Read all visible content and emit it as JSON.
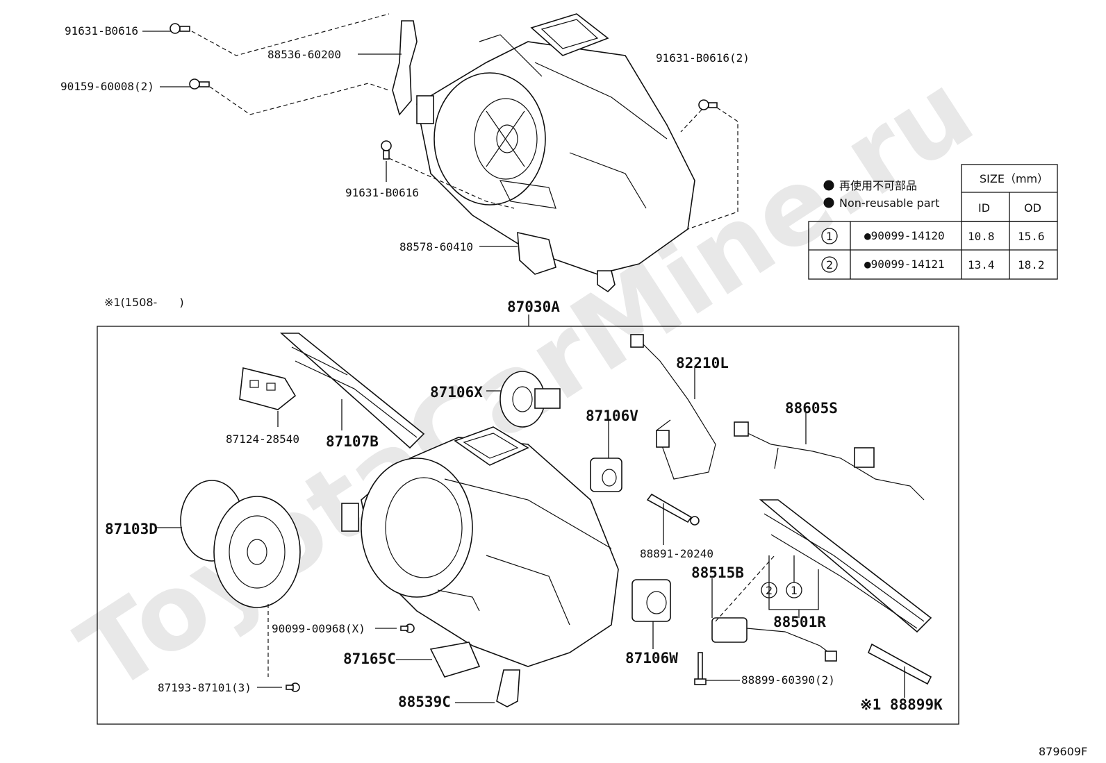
{
  "watermark": "ToyotaCarMine.ru",
  "labels": {
    "top_91631_b0616_a": "91631-B0616",
    "top_90159_60008": "90159-60008(2)",
    "top_88536_60200": "88536-60200",
    "top_91631_b0616_2": "91631-B0616(2)",
    "top_91631_b0616_b": "91631-B0616",
    "top_88578_60410": "88578-60410",
    "note_1508": "※1(1508-　　)",
    "assembly_87030a": "87030A",
    "p87124_28540": "87124-28540",
    "p87107b": "87107B",
    "p87106x": "87106X",
    "p82210l": "82210L",
    "p87106v": "87106V",
    "p88605s": "88605S",
    "p87103d": "87103D",
    "p88891_20240": "88891-20240",
    "p88515b": "88515B",
    "p88501r": "88501R",
    "p90099_00968": "90099-00968(X)",
    "p87165c": "87165C",
    "p87106w": "87106W",
    "p88899_60390": "88899-60390(2)",
    "p87193_87101": "87193-87101(3)",
    "p88539c": "88539C",
    "p88899k": "※1 88899K",
    "circle_2": "2",
    "circle_1": "1",
    "diagram_code": "879609F"
  },
  "legend": {
    "jp": "再使用不可部品",
    "en": "Non-reusable part"
  },
  "size_table": {
    "header": "SIZE（mm）",
    "col_id": "ID",
    "col_od": "OD",
    "rows": [
      {
        "no": "1",
        "part": "●90099-14120",
        "id": "10.8",
        "od": "15.6"
      },
      {
        "no": "2",
        "part": "●90099-14121",
        "id": "13.4",
        "od": "18.2"
      }
    ]
  }
}
